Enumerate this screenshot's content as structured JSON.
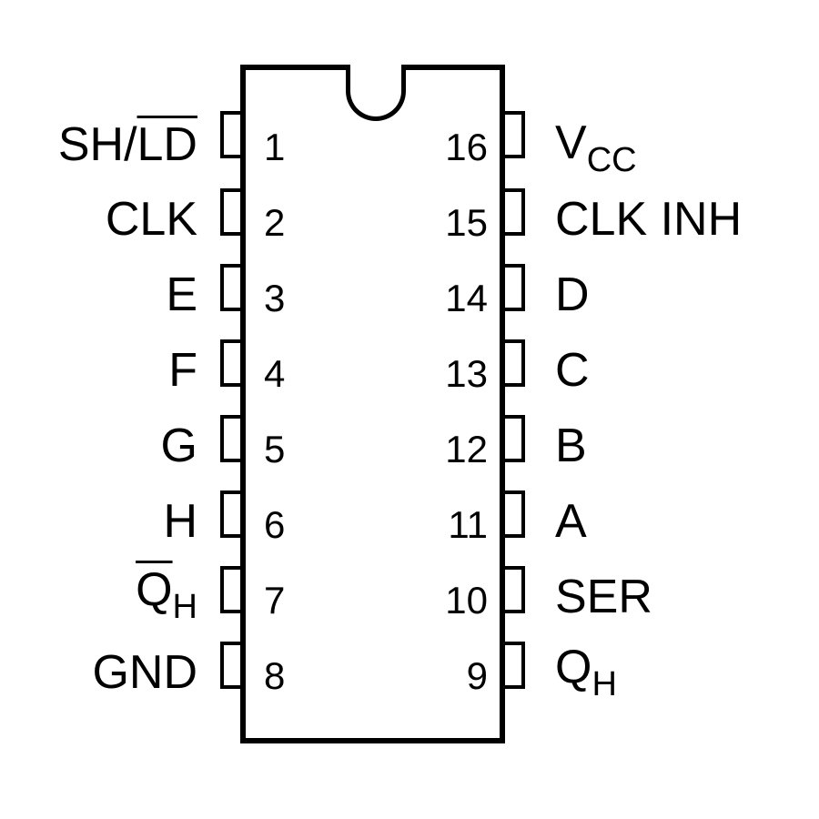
{
  "left_pins": [
    {
      "number": "1",
      "label_main": "SH/",
      "label_over": "LD",
      "label_sub": ""
    },
    {
      "number": "2",
      "label_main": "CLK",
      "label_over": "",
      "label_sub": ""
    },
    {
      "number": "3",
      "label_main": "E",
      "label_over": "",
      "label_sub": ""
    },
    {
      "number": "4",
      "label_main": "F",
      "label_over": "",
      "label_sub": ""
    },
    {
      "number": "5",
      "label_main": "G",
      "label_over": "",
      "label_sub": ""
    },
    {
      "number": "6",
      "label_main": "H",
      "label_over": "",
      "label_sub": ""
    },
    {
      "number": "7",
      "label_main": "",
      "label_over": "Q",
      "label_sub": "H"
    },
    {
      "number": "8",
      "label_main": "GND",
      "label_over": "",
      "label_sub": ""
    }
  ],
  "right_pins": [
    {
      "number": "16",
      "label_main": "V",
      "label_sub": "CC"
    },
    {
      "number": "15",
      "label_main": "CLK INH",
      "label_sub": ""
    },
    {
      "number": "14",
      "label_main": "D",
      "label_sub": ""
    },
    {
      "number": "13",
      "label_main": "C",
      "label_sub": ""
    },
    {
      "number": "12",
      "label_main": "B",
      "label_sub": ""
    },
    {
      "number": "11",
      "label_main": "A",
      "label_sub": ""
    },
    {
      "number": "10",
      "label_main": "SER",
      "label_sub": ""
    },
    {
      "number": "9",
      "label_main": "Q",
      "label_sub": "H"
    }
  ]
}
